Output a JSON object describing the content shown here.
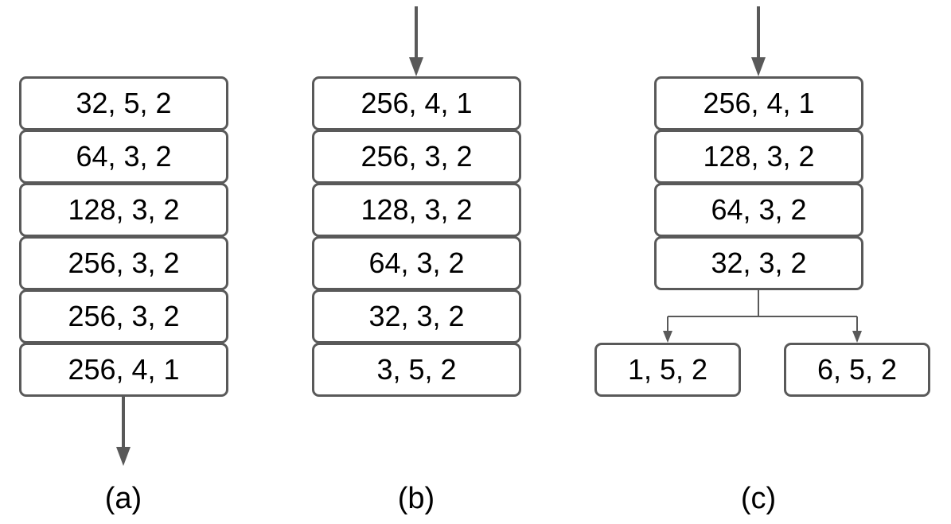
{
  "diagrams": {
    "a": {
      "caption": "(a)",
      "layers": [
        "32, 5, 2",
        "64, 3, 2",
        "128, 3, 2",
        "256, 3, 2",
        "256, 3, 2",
        "256, 4, 1"
      ]
    },
    "b": {
      "caption": "(b)",
      "layers": [
        "256, 4, 1",
        "256, 3, 2",
        "128, 3, 2",
        "64, 3, 2",
        "32, 3, 2",
        "3, 5, 2"
      ]
    },
    "c": {
      "caption": "(c)",
      "layers": [
        "256, 4, 1",
        "128, 3, 2",
        "64, 3, 2",
        "32, 3, 2"
      ],
      "branches": [
        "1, 5, 2",
        "6, 5, 2"
      ]
    }
  },
  "colors": {
    "box_border": "#595959",
    "arrow": "#595959",
    "text": "#000000"
  }
}
